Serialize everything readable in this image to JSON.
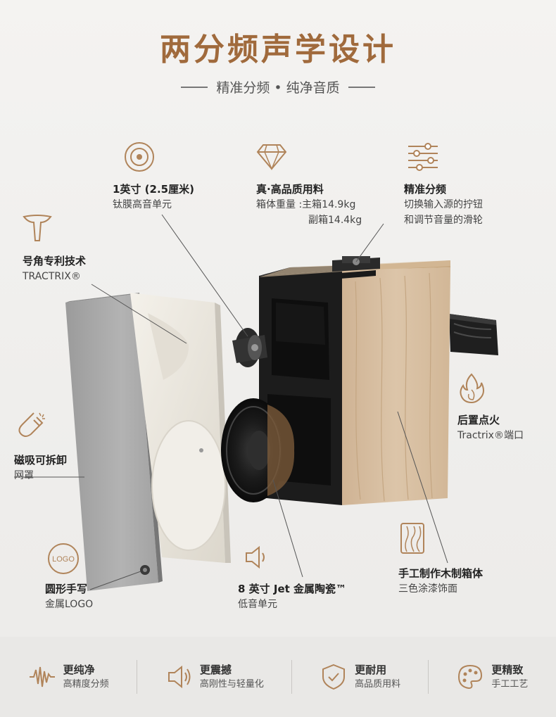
{
  "header": {
    "title": "两分频声学设计",
    "subtitle": "精准分频 • 纯净音质"
  },
  "callouts": {
    "tweeter": {
      "title": "1英寸 (2.5厘米)",
      "sub": "钛膜高音单元"
    },
    "material": {
      "title": "真·高品质用料",
      "sub1": "箱体重量 :主箱14.9kg",
      "sub2": "副箱14.4kg"
    },
    "crossover": {
      "title": "精准分频",
      "sub1": "切换输入源的拧钮",
      "sub2": "和调节音量的滑轮"
    },
    "horn": {
      "title": "号角专利技术",
      "sub": "TRACTRIX®"
    },
    "grille": {
      "title": "磁吸可拆卸",
      "sub": "网罩"
    },
    "logo": {
      "title": "圆形手写",
      "sub": "金属LOGO",
      "icon_text": "LOGO"
    },
    "woofer": {
      "title": "8 英寸 Jet 金属陶瓷™",
      "sub": "低音单元"
    },
    "rear_port": {
      "title": "后置点火",
      "sub": "Tractrix®端口"
    },
    "cabinet": {
      "title": "手工制作木制箱体",
      "sub": "三色涂漆饰面"
    }
  },
  "footer": {
    "items": [
      {
        "title": "更纯净",
        "sub": "高精度分频",
        "icon": "waveform-icon"
      },
      {
        "title": "更震撼",
        "sub": "高刚性与轻量化",
        "icon": "speaker-icon"
      },
      {
        "title": "更耐用",
        "sub": "高品质用料",
        "icon": "shield-check-icon"
      },
      {
        "title": "更精致",
        "sub": "手工工艺",
        "icon": "palette-icon"
      }
    ]
  },
  "colors": {
    "accent": "#a06a3c",
    "icon": "#b0845a",
    "wood": "#d8bfa2",
    "cabinet_black": "#1b1b1b",
    "grille_gray": "#a9a9a9",
    "horn_white": "#eeebe4"
  }
}
